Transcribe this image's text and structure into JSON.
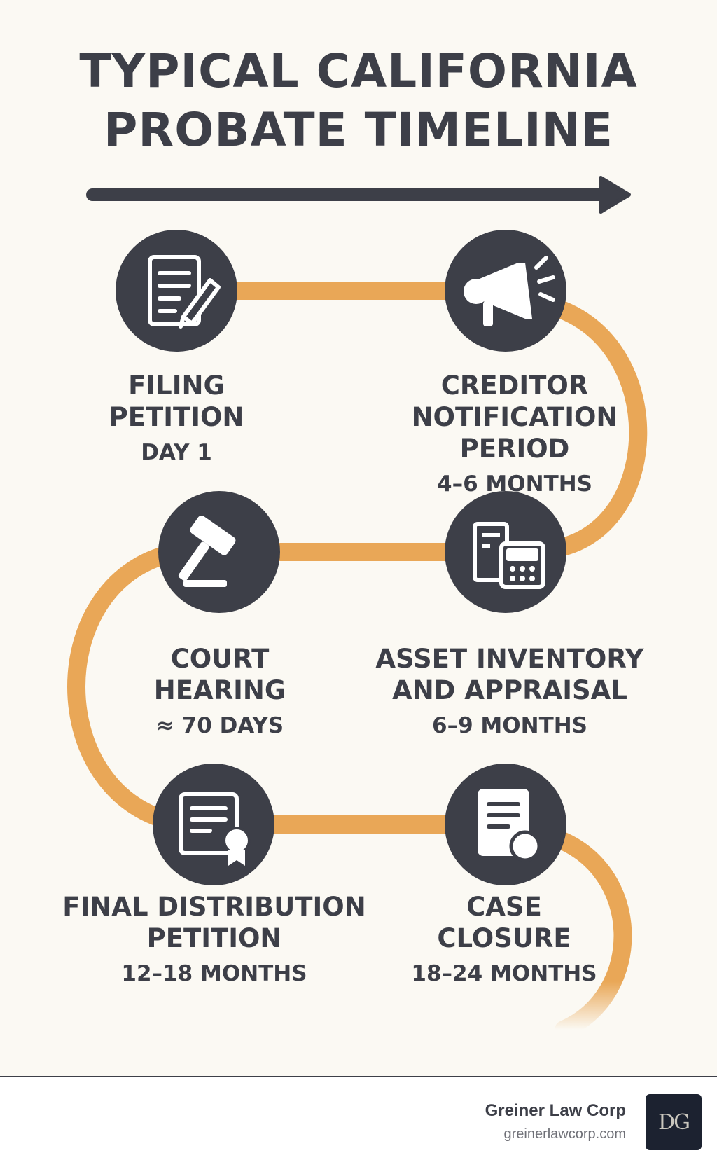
{
  "title": {
    "line1": "TYPICAL CALIFORNIA",
    "line2": "PROBATE TIMELINE"
  },
  "colors": {
    "path": "#e9a757",
    "dark": "#3d3f48",
    "background": "#fbf9f3"
  },
  "steps": [
    {
      "name_lines": [
        "FILING",
        "PETITION"
      ],
      "time": "DAY 1",
      "icon": "document-pen-icon"
    },
    {
      "name_lines": [
        "CREDITOR",
        "NOTIFICATION",
        "PERIOD"
      ],
      "time": "4–6 MONTHS",
      "icon": "megaphone-icon"
    },
    {
      "name_lines": [
        "COURT",
        "HEARING"
      ],
      "time": "≈ 70 DAYS",
      "icon": "gavel-icon"
    },
    {
      "name_lines": [
        "ASSET INVENTORY",
        "AND APPRAISAL"
      ],
      "time": "6–9 MONTHS",
      "icon": "calculator-icon"
    },
    {
      "name_lines": [
        "FINAL DISTRIBUTION",
        "PETITION"
      ],
      "time": "12–18 MONTHS",
      "icon": "certificate-icon"
    },
    {
      "name_lines": [
        "CASE",
        "CLOSURE"
      ],
      "time": "18–24 MONTHS",
      "icon": "document-seal-icon"
    }
  ],
  "footer": {
    "brand": "Greiner Law Corp",
    "url": "greinerlawcorp.com",
    "logo_text": "DG"
  }
}
